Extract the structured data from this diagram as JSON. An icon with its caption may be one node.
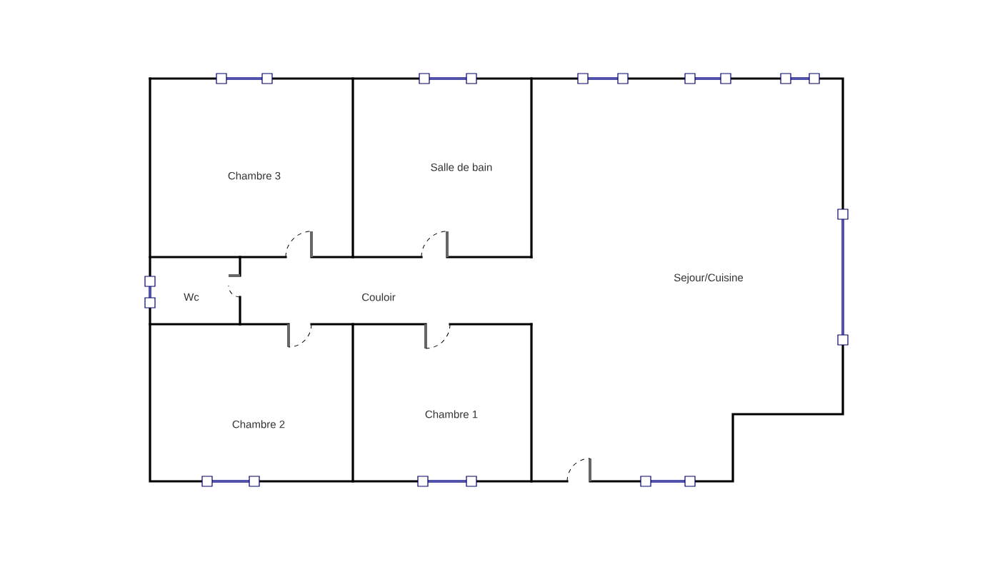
{
  "diagram": {
    "labels": [
      "Chambre 3",
      "Salle de bain",
      "Wc",
      "Couloir",
      "Sejour/Cuisine",
      "Chambre 2",
      "Chambre 1"
    ]
  }
}
